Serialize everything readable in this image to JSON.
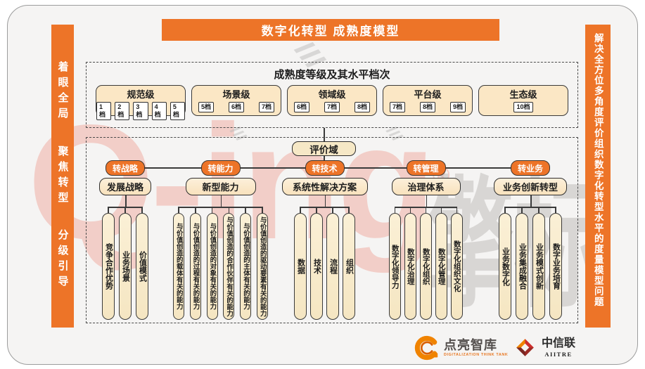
{
  "title": "数字化转型  成熟度模型",
  "left_bar": {
    "items": [
      "着眼全局",
      "聚焦转型",
      "分级引导"
    ]
  },
  "right_bar": {
    "text": "解决全方位多角度评价组织数字化转型水平的度量模型问题"
  },
  "maturity": {
    "title": "成熟度等级及其水平档次",
    "levels": [
      {
        "name": "规范级",
        "grades": [
          "1档",
          "2档",
          "3档",
          "4档",
          "5档"
        ]
      },
      {
        "name": "场景级",
        "grades": [
          "5档",
          "6档",
          "7档"
        ]
      },
      {
        "name": "领域级",
        "grades": [
          "6档",
          "7档",
          "8档"
        ]
      },
      {
        "name": "平台级",
        "grades": [
          "7档",
          "8档",
          "9档"
        ]
      },
      {
        "name": "生态级",
        "grades": [
          "10档"
        ]
      }
    ]
  },
  "evaluation": {
    "root": "评价域",
    "groups": [
      {
        "tag": "转战略",
        "domain": "发展战略",
        "columns": [
          "竞争合作优势",
          "业务场景",
          "价值模式"
        ]
      },
      {
        "tag": "转能力",
        "domain": "新型能力",
        "columns": [
          "与价值创造的载体有关的能力",
          "与价值创造的过程有关的能力",
          "与价值创造的对象有关的能力",
          "与价值创造的合作伙伴有关的能力",
          "与价值创造的主体有关的能力",
          "与价值创造的驱动要素有关的能力"
        ]
      },
      {
        "tag": "转技术",
        "domain": "系统性解决方案",
        "columns": [
          "数据",
          "技术",
          "流程",
          "组织"
        ]
      },
      {
        "tag": "转管理",
        "domain": "治理体系",
        "columns": [
          "数字化领导力",
          "数字化治理",
          "数字化组织",
          "数字化管理",
          "数字化组织文化"
        ]
      },
      {
        "tag": "转业务",
        "domain": "业务创新转型",
        "columns": [
          "业务数字化",
          "业务集成融合",
          "业务模式创新",
          "数字业务培育"
        ]
      }
    ]
  },
  "footer": {
    "logo1": {
      "name": "点亮智库",
      "subtitle": "DIGITALIZATION THINK TANK"
    },
    "logo2": {
      "name": "中信联",
      "subtitle": "AIITRE"
    }
  },
  "watermark": {
    "brand": "Q-ing",
    "reg": "®",
    "brand_cn": "擎标"
  },
  "colors": {
    "accent_orange": "#ED7428",
    "cream": "#FBE7C5",
    "line": "#3A3A3A",
    "watermark_pink": "#F1B0A5"
  }
}
